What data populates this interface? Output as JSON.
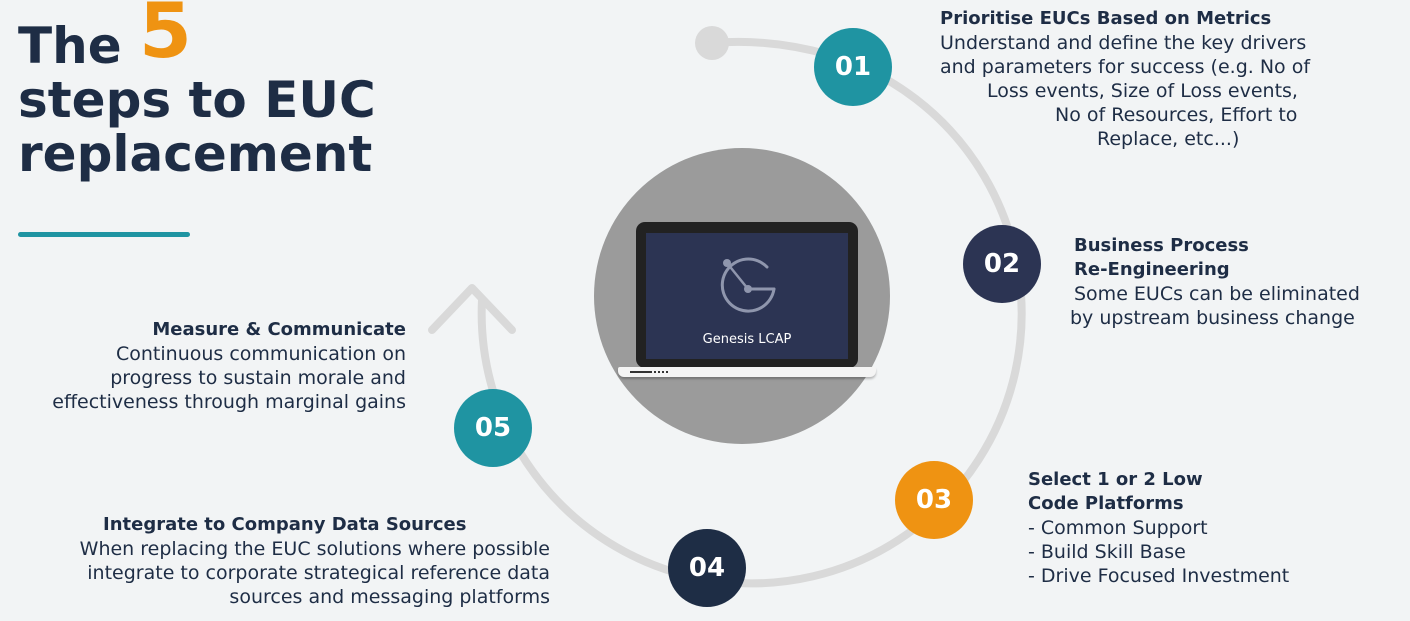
{
  "title": {
    "line1_prefix": "The ",
    "number": "5",
    "line2": "steps to EUC",
    "line3": "replacement"
  },
  "colors": {
    "navy": "#1e2d45",
    "teal": "#1f94a2",
    "orange": "#ef9312",
    "indigo": "#2c3453",
    "ring": "#d9d9d9",
    "hub": "#9b9b9b"
  },
  "hub": {
    "label": "Genesis LCAP",
    "icon": "genesis-g-logo-icon"
  },
  "steps": [
    {
      "number": "01",
      "heading": "Prioritise EUCs Based on Metrics",
      "lines": [
        "Understand and define the key drivers",
        "and parameters for success (e.g. No of",
        "Loss events, Size of Loss events,",
        "No of Resources, Effort to",
        "Replace, etc...)"
      ]
    },
    {
      "number": "02",
      "heading_lines": [
        "Business Process",
        "Re-Engineering"
      ],
      "lines": [
        "Some EUCs can be eliminated",
        "by upstream business change"
      ]
    },
    {
      "number": "03",
      "heading_lines": [
        "Select 1 or 2 Low",
        "Code Platforms"
      ],
      "lines": [
        "- Common Support",
        "- Build Skill Base",
        "- Drive Focused Investment"
      ]
    },
    {
      "number": "04",
      "heading": "Integrate to Company Data Sources",
      "lines": [
        "When replacing the EUC solutions where possible",
        "integrate to corporate strategical reference data",
        "sources and messaging platforms"
      ]
    },
    {
      "number": "05",
      "heading": "Measure & Communicate",
      "lines": [
        "Continuous communication on",
        "progress to sustain morale and",
        "effectiveness through marginal gains"
      ]
    }
  ]
}
